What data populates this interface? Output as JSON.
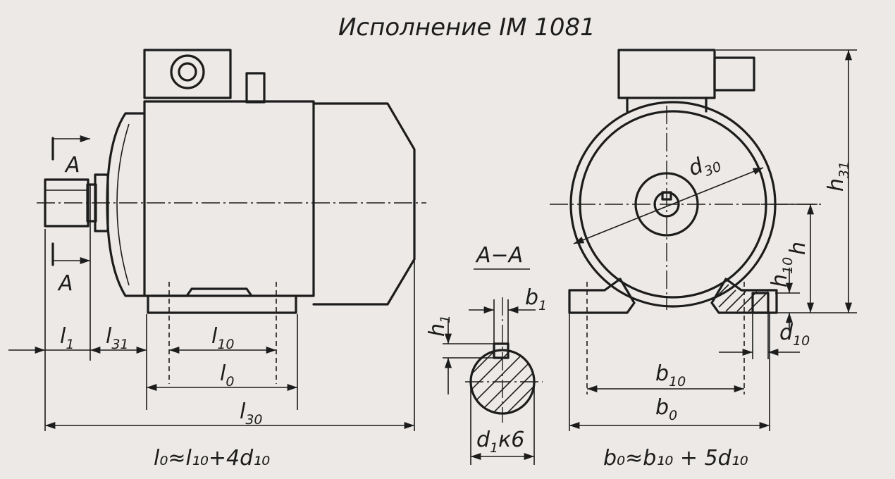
{
  "title": "Исполнение IM 1081",
  "section": {
    "marker_top": "A",
    "marker_bottom": "A",
    "view_label": "A−A"
  },
  "labels": {
    "l1": {
      "base": "l",
      "sub": "1"
    },
    "l31": {
      "base": "l",
      "sub": "31"
    },
    "l10": {
      "base": "l",
      "sub": "10"
    },
    "l0": {
      "base": "l",
      "sub": "0"
    },
    "l30": {
      "base": "l",
      "sub": "30"
    },
    "h1": {
      "base": "h",
      "sub": "1"
    },
    "b1": {
      "base": "b",
      "sub": "1"
    },
    "d1k6": {
      "base": "d",
      "sub": "1",
      "tail": "к6"
    },
    "d30": {
      "base": "d",
      "sub": "30"
    },
    "h31": {
      "base": "h",
      "sub": "31"
    },
    "h": {
      "base": "h"
    },
    "h10": {
      "base": "h",
      "sub": "10"
    },
    "d10": {
      "base": "d",
      "sub": "10"
    },
    "b10": {
      "base": "b",
      "sub": "10"
    },
    "b0": {
      "base": "b",
      "sub": "0"
    }
  },
  "formulas": {
    "left": "l₀≈l₁₀+4d₁₀",
    "right": "b₀≈b₁₀ + 5d₁₀"
  }
}
